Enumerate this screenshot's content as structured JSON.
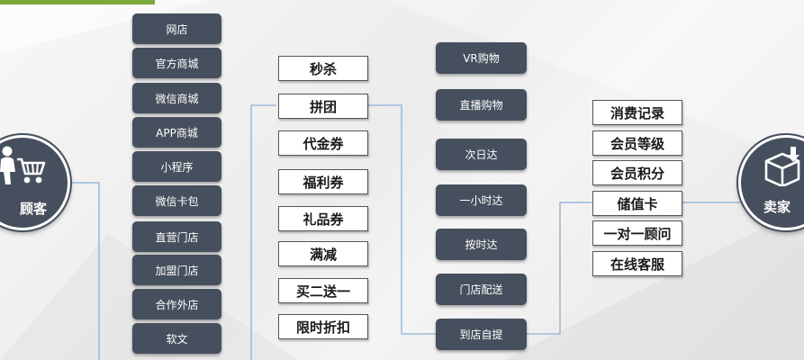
{
  "customer": {
    "label": "顾客",
    "icon": "shopper-cart-icon"
  },
  "seller": {
    "label": "卖家",
    "icon": "box-download-icon"
  },
  "channels": [
    "网店",
    "官方商城",
    "微信商城",
    "APP商城",
    "小程序",
    "微信卡包",
    "直营门店",
    "加盟门店",
    "合作外店",
    "软文"
  ],
  "promotions": [
    "秒杀",
    "拼团",
    "代金券",
    "福利券",
    "礼品券",
    "满减",
    "买二送一",
    "限时折扣"
  ],
  "delivery": [
    "VR购物",
    "直播购物",
    "次日达",
    "一小时达",
    "按时达",
    "门店配送",
    "到店自提"
  ],
  "membership": [
    "消费记录",
    "会员等级",
    "会员积分",
    "储值卡",
    "一对一顾问",
    "在线客服"
  ],
  "colors": {
    "box_dark": "#464f5d",
    "connector": "#8ab0d6",
    "accent_green": "#7aa83a"
  }
}
